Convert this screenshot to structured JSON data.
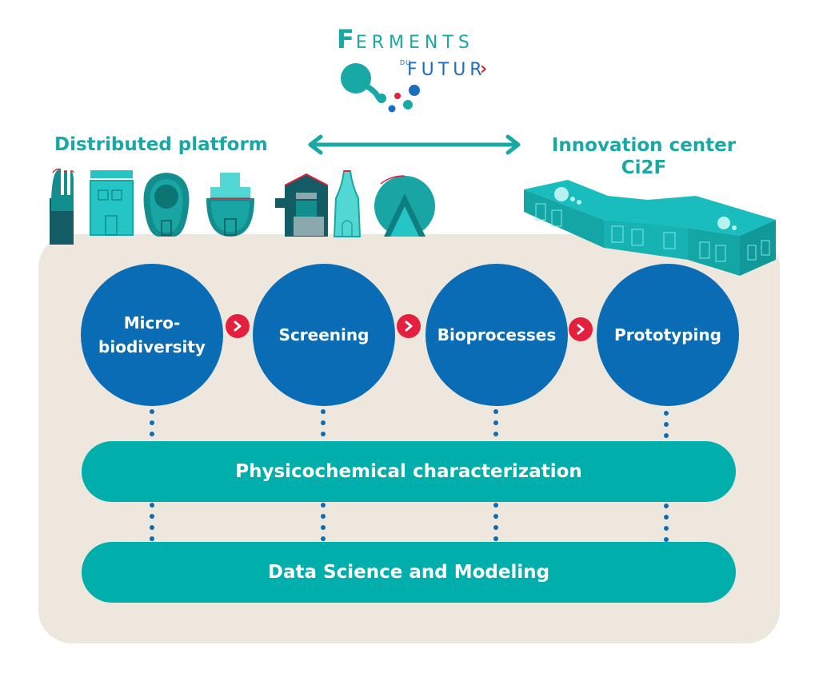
{
  "logo": {
    "title_initial": "F",
    "title_rest": "ERMENTS",
    "du": "DU",
    "futur": "FUTUR",
    "chevron": "›"
  },
  "headings": {
    "distributed": "Distributed platform",
    "innovation_line1": "Innovation center",
    "innovation_line2": "Ci2F"
  },
  "icons": {
    "double_arrow": "double-arrow-icon",
    "step_arrow": "chevron-right-icon"
  },
  "buildings": [
    "fork-building",
    "office-building",
    "dome-building",
    "bowl-building",
    "barn-building",
    "bottle-building",
    "tent-building"
  ],
  "steps": [
    {
      "line1": "Micro-",
      "line2": "biodiversity"
    },
    {
      "line1": "Screening",
      "line2": ""
    },
    {
      "line1": "Bioprocesses",
      "line2": ""
    },
    {
      "line1": "Prototyping",
      "line2": ""
    }
  ],
  "bars": [
    {
      "label": "Physicochemical characterization"
    },
    {
      "label": "Data Science and Modeling"
    }
  ],
  "colors": {
    "teal": "#18a9a5",
    "pill": "#00aeab",
    "blue": "#0b6cb6",
    "red": "#e5203f",
    "panel": "#ede7dd"
  }
}
